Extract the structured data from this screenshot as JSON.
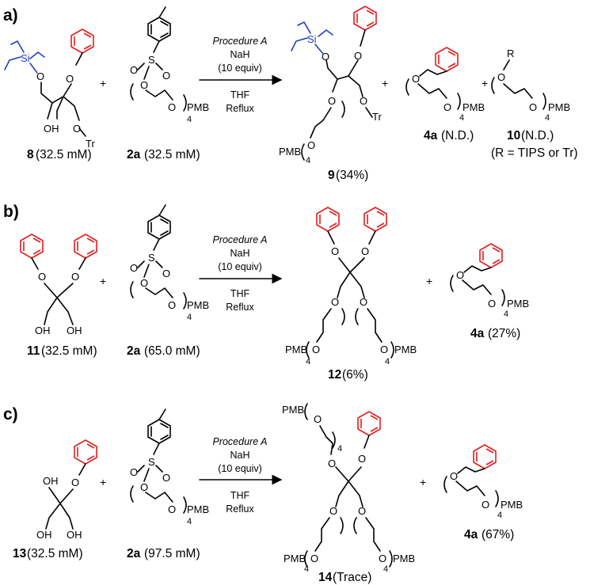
{
  "colors": {
    "benzyl": "#e41e1e",
    "silyl": "#1f3fbf",
    "ink": "#000000"
  },
  "atoms": {
    "O": "O",
    "OH": "OH",
    "Si": "Si",
    "S": "S",
    "Tr": "Tr",
    "PMB": "PMB",
    "R": "R",
    "n4": "4"
  },
  "conditions": {
    "procedure": "Procedure A",
    "base": "NaH",
    "equiv": "(10 equiv)",
    "solvent": "THF",
    "temp": "Reflux"
  },
  "panel_a": {
    "label": "a)",
    "c8": {
      "id": "8",
      "text": " (32.5 mM)"
    },
    "c2a": {
      "id": "2a",
      "text": " (32.5 mM)"
    },
    "c9": {
      "id": "9",
      "text": " (34%)"
    },
    "c4a": {
      "id": "4a",
      "text": " (N.D.)"
    },
    "c10": {
      "id": "10",
      "text": " (N.D.)",
      "note": "(R = TIPS or Tr)"
    }
  },
  "panel_b": {
    "label": "b)",
    "c11": {
      "id": "11",
      "text": " (32.5 mM)"
    },
    "c2a": {
      "id": "2a",
      "text": " (65.0 mM)"
    },
    "c12": {
      "id": "12",
      "text": " (6%)"
    },
    "c4a": {
      "id": "4a",
      "text": " (27%)"
    }
  },
  "panel_c": {
    "label": "c)",
    "c13": {
      "id": "13",
      "text": " (32.5 mM)"
    },
    "c2a": {
      "id": "2a",
      "text": " (97.5 mM)"
    },
    "c14": {
      "id": "14",
      "text": " (Trace)"
    },
    "c4a": {
      "id": "4a",
      "text": " (67%)"
    }
  }
}
